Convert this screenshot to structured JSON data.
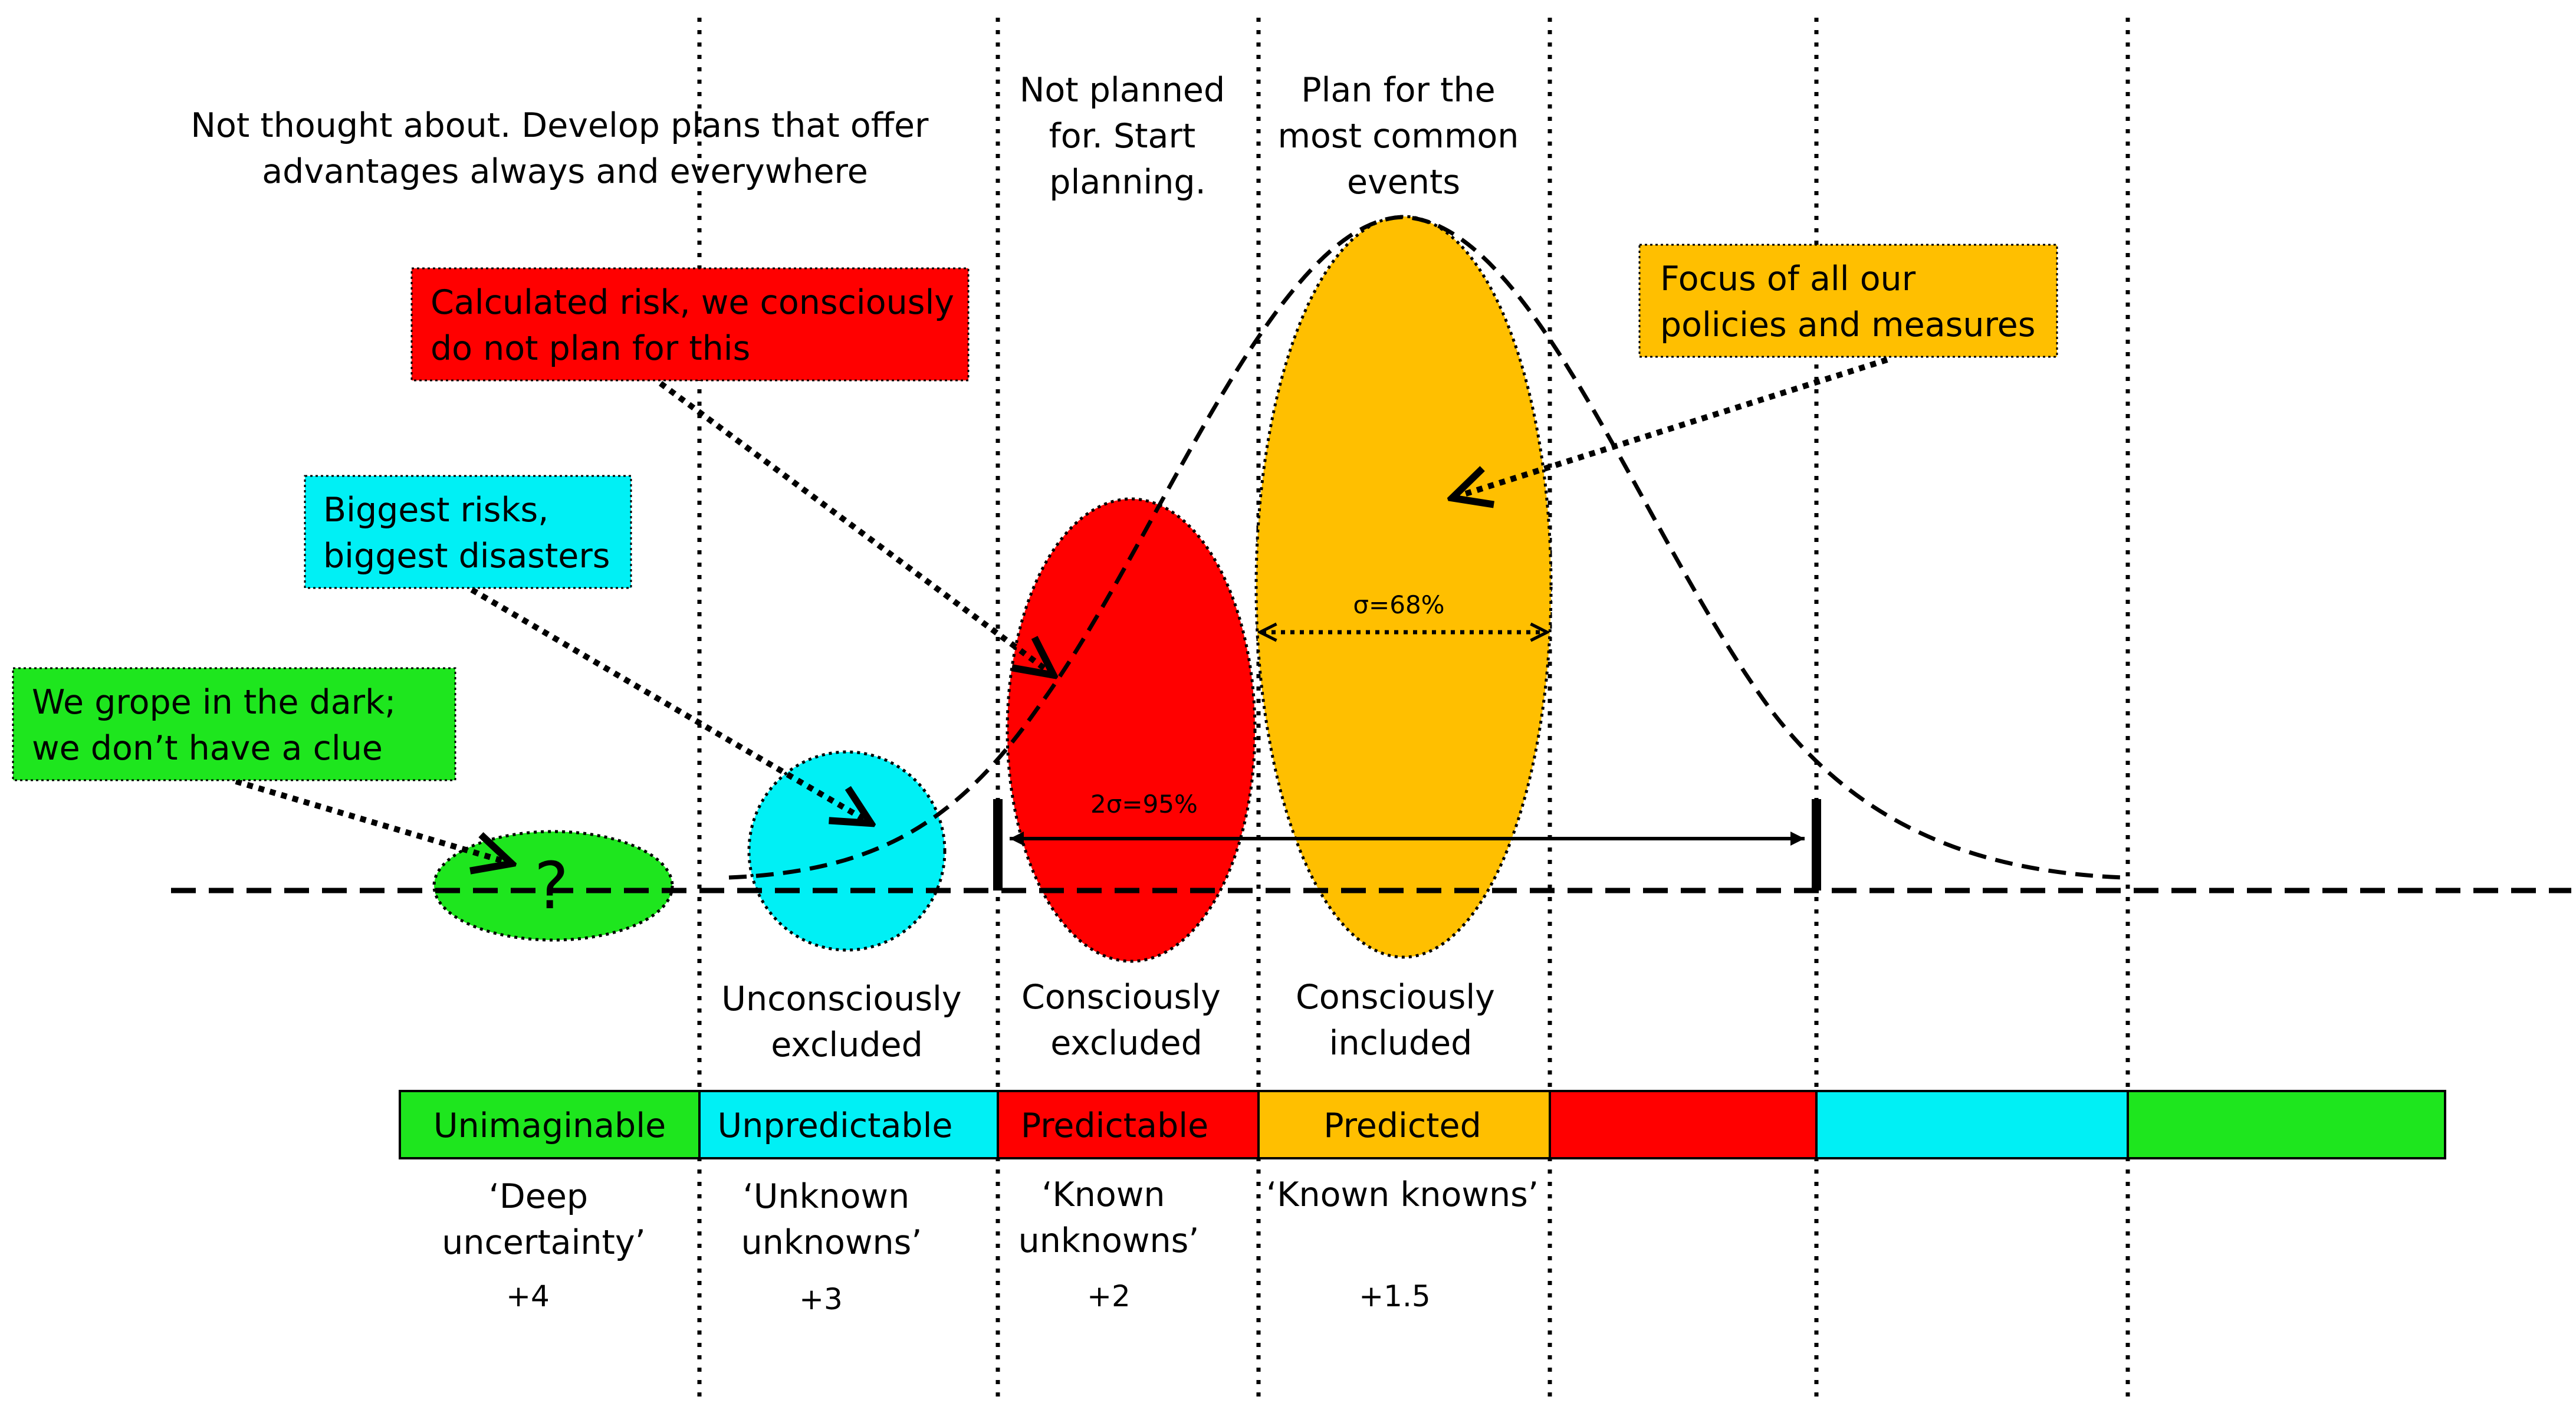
{
  "colors": {
    "green": "#1EE61E",
    "cyan": "#00F0F5",
    "red": "#FF0000",
    "orange": "#FFBF00",
    "black": "#000000"
  },
  "top_notes": {
    "not_thought": [
      "Not thought about. Develop plans that offer",
      "advantages always and everywhere"
    ],
    "not_planned": [
      "Not planned",
      "for. Start",
      "planning."
    ],
    "plan_common": [
      "Plan for the",
      "most common",
      "events"
    ]
  },
  "callouts": {
    "calculated_risk": [
      "Calculated risk, we consciously",
      "do not plan for this"
    ],
    "focus": [
      "Focus of all our",
      "policies and measures"
    ],
    "biggest_risks": [
      "Biggest risks,",
      "biggest disasters"
    ],
    "grope": [
      "We grope in the dark;",
      "we don’t have a clue"
    ]
  },
  "symbols": {
    "question_mark": "?",
    "sigma_68": "σ=68%",
    "two_sigma_95": "2σ=95%"
  },
  "zone_descriptions": {
    "unconsciously_excluded": [
      "Unconsciously",
      "excluded"
    ],
    "consciously_excluded": [
      "Consciously",
      "excluded"
    ],
    "consciously_included": [
      "Consciously",
      "included"
    ]
  },
  "category_bar": [
    {
      "label": "Unimaginable",
      "color": "#1EE61E"
    },
    {
      "label": "Unpredictable",
      "color": "#00F0F5"
    },
    {
      "label": "Predictable",
      "color": "#FF0000"
    },
    {
      "label": "Predicted",
      "color": "#FFBF00"
    },
    {
      "label": "",
      "color": "#FF0000"
    },
    {
      "label": "",
      "color": "#00F0F5"
    },
    {
      "label": "",
      "color": "#1EE61E"
    }
  ],
  "knowledge_labels": [
    [
      "‘Deep",
      "uncertainty’"
    ],
    [
      "‘Unknown",
      "unknowns’"
    ],
    [
      "‘Known",
      "unknowns’"
    ],
    [
      "‘Known knowns’"
    ]
  ],
  "scores": [
    "+4",
    "+3",
    "+2",
    "+1.5"
  ]
}
